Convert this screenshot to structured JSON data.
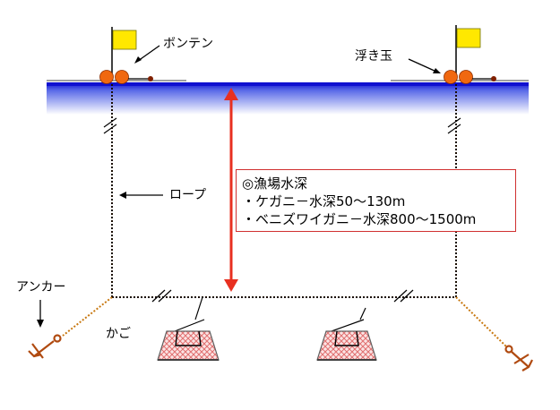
{
  "labels": {
    "bonten": "ボンテン",
    "float": "浮き玉",
    "rope": "ロープ",
    "anchor": "アンカー",
    "basket": "かご"
  },
  "info": {
    "title": "◎漁場水深",
    "line1": "・ケガニ－水深50～130m",
    "line2": "・ベニズワイガニ－水深800～1500m"
  },
  "colors": {
    "sea_surface": "#1010d0",
    "flag": "#ffe800",
    "float": "#f06810",
    "depth_arrow": "#e83020",
    "anchor": "#b04a10",
    "trap_net": "#e08080",
    "info_border": "#d03030"
  }
}
